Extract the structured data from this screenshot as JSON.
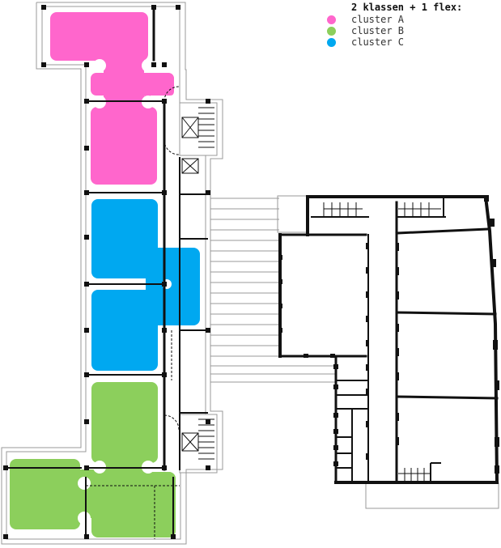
{
  "legend": {
    "title": "2 klassen + 1 flex:",
    "items": [
      {
        "label": "cluster A",
        "color": "#ff66cc"
      },
      {
        "label": "cluster B",
        "color": "#8ccf5c"
      },
      {
        "label": "cluster C",
        "color": "#00a8f0"
      }
    ]
  },
  "colors": {
    "wall": "#111111",
    "outline": "#999999",
    "cluster_a": "#ff66cc",
    "cluster_b": "#8ccf5c",
    "cluster_c": "#00a8f0"
  }
}
